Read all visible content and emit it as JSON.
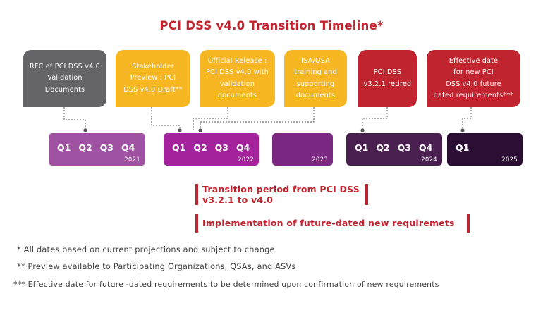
{
  "title": "PCI DSS v4.0 Transition Timeline*",
  "callouts": [
    {
      "text": "RFC of PCI DSS v4.0\nValidation\nDocuments",
      "color": "#646469"
    },
    {
      "text": "Stakeholder\nPreview : PCI\nDSS v4.0 Draft**",
      "color": "#f6b723"
    },
    {
      "text": "Official Release :\nPCI DSS v4.0 with\nvalidation\ndocuments",
      "color": "#f6b723"
    },
    {
      "text": "ISA/QSA\ntraining and\nsupporting\ndocuments",
      "color": "#f6b723"
    },
    {
      "text": "PCI DSS\nv3.2.1 retired",
      "color": "#c0252f"
    },
    {
      "text": "Effective date\nfor new PCI\nDSS v4.0 future\ndated requirements***",
      "color": "#c0252f"
    }
  ],
  "timeline": [
    {
      "year": "2021",
      "quarters": [
        "Q1",
        "Q2",
        "Q3",
        "Q4"
      ],
      "color": "#a052a2"
    },
    {
      "year": "2022",
      "quarters": [
        "Q1",
        "Q2",
        "Q3",
        "Q4"
      ],
      "color": "#a4239c"
    },
    {
      "year": "2023",
      "quarters": [],
      "color": "#7a2882"
    },
    {
      "year": "2024",
      "quarters": [
        "Q1",
        "Q2",
        "Q3",
        "Q4"
      ],
      "color": "#481f4f"
    },
    {
      "year": "2025",
      "quarters": [
        "Q1"
      ],
      "color": "#2c0d33"
    }
  ],
  "phases": [
    "Transition period from PCI DSS\nv3.2.1 to v4.0",
    "Implementation of future-dated new requiremets"
  ],
  "notes": [
    "* All dates based on current projections and subject to change",
    "** Preview available to Participating Organizations, QSAs, and ASVs",
    "*** Effective date for future -dated requirements to be determined upon confirmation of new requirements"
  ]
}
